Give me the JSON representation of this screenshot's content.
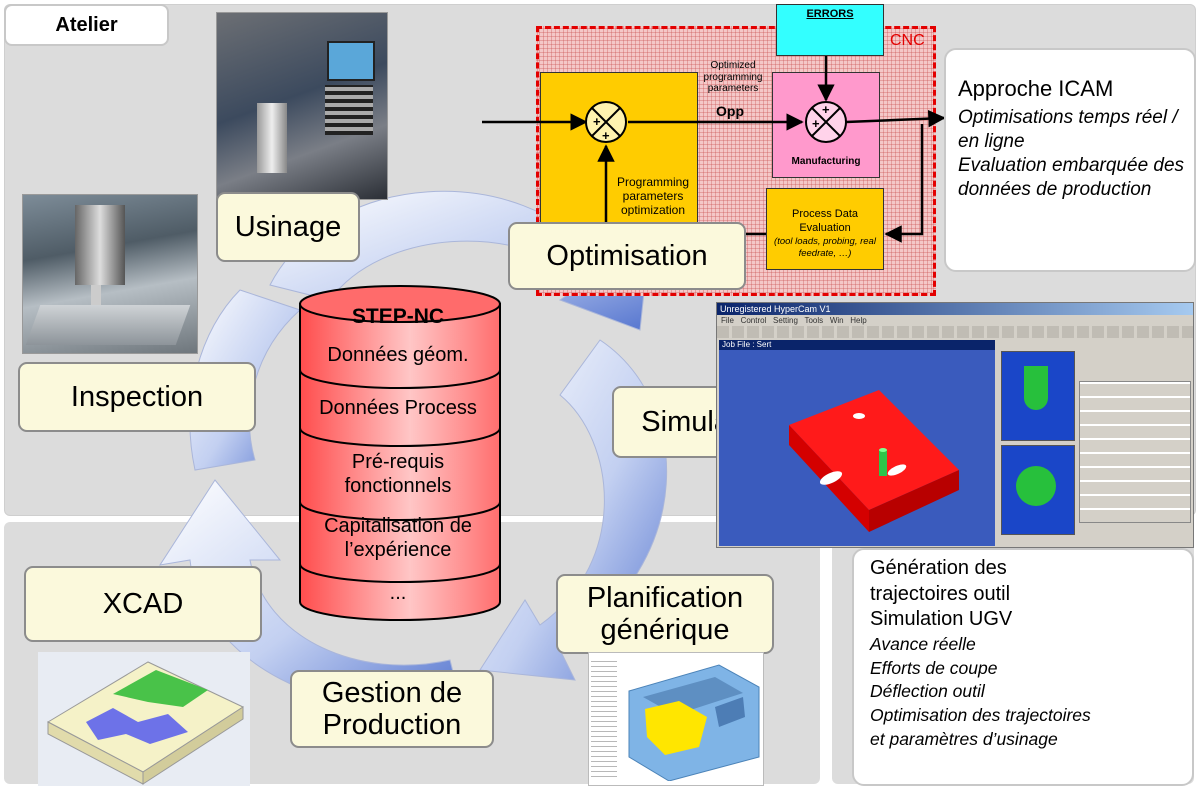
{
  "tab_label": "Atelier",
  "cnc": {
    "label": "CNC",
    "errors": "ERRORS",
    "opp_caption": "Optimized programming parameters",
    "opp_label": "Opp",
    "manufacturing": "Manufacturing",
    "prog_opt": "Programming parameters optimization",
    "process_title": "Process Data Evaluation",
    "process_detail": "(tool loads, probing, real feedrate, …)"
  },
  "icam": {
    "title": "Approche ICAM",
    "items": [
      "Optimisations temps réel / en ligne",
      "Evaluation embarquée des données de production"
    ]
  },
  "stages": {
    "usinage": "Usinage",
    "optimisation": "Optimisation",
    "inspection": "Inspection",
    "simulation": "Simulation",
    "xcad": "XCAD",
    "planification": "Planification générique",
    "gestion": "Gestion de Production"
  },
  "database": {
    "title": "STEP-NC",
    "layers": [
      "Données géom.",
      "Données Process",
      "Pré-requis fonctionnels",
      "Capitalisation de l’expérience",
      "..."
    ]
  },
  "sim_window": {
    "title": "Unregistered HyperCam V1",
    "menu": [
      "File",
      "Control",
      "Setting",
      "Tools",
      "Win",
      "Help"
    ],
    "job": "Job File : Sert"
  },
  "generation": {
    "lines": [
      "Génération des",
      "trajectoires outil",
      "Simulation UGV"
    ],
    "italic": [
      "Avance réelle",
      "Efforts de coupe",
      "Déflection outil",
      "Optimisation des trajectoires",
      "et paramètres d’usinage"
    ]
  },
  "colors": {
    "cnc_border": "#e30000",
    "block_yellow": "#ffcc00",
    "block_pink": "#ff99cc",
    "errors_cyan": "#33ffff",
    "db_red": "#ff5a5a",
    "cycle_blue": "#6a8ad8"
  }
}
